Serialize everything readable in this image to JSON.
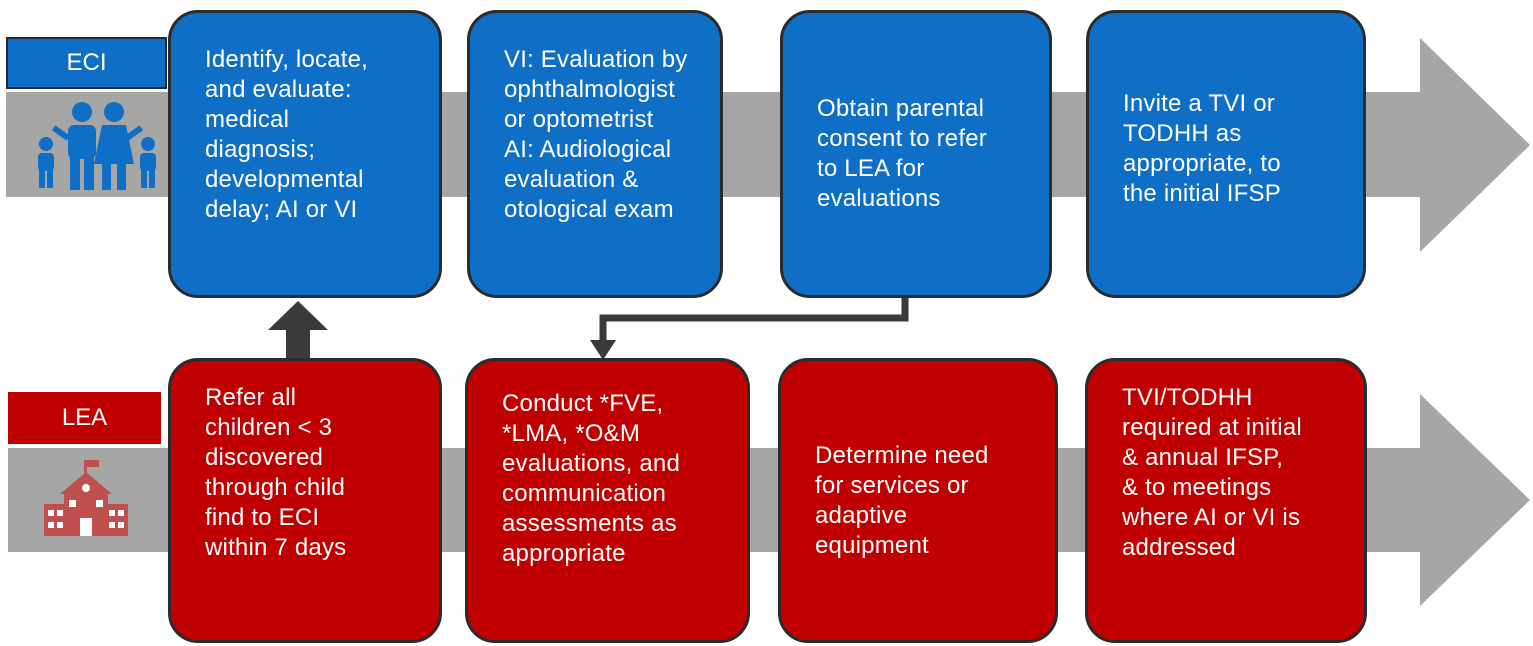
{
  "rows": {
    "eci": {
      "tag": "ECI",
      "icon": "family-icon",
      "color": "#0f6fc6",
      "steps": [
        "Identify, locate,\nand evaluate:\nmedical\ndiagnosis;\ndevelopmental\ndelay; AI or VI",
        "VI: Evaluation by\nophthalmologist\nor optometrist\nAI: Audiological\nevaluation &\notological exam",
        "Obtain parental\nconsent to refer\nto LEA for\nevaluations",
        "Invite a TVI or\nTODHH as\nappropriate, to\nthe initial IFSP"
      ]
    },
    "lea": {
      "tag": "LEA",
      "icon": "school-icon",
      "color": "#c00000",
      "steps": [
        "Refer all\nchildren < 3\ndiscovered\nthrough child\nfind to ECI\nwithin 7 days",
        "Conduct *FVE,\n*LMA, *O&M\nevaluations, and\ncommunication\nassessments as\nappropriate",
        "Determine need\nfor services or\nadaptive\nequipment",
        "TVI/TODHH\nrequired at initial\n& annual IFSP,\n& to meetings\nwhere AI or VI is\naddressed"
      ]
    }
  },
  "colors": {
    "band": "#a6a6a6",
    "connector": "#3a3a3a",
    "school_icon": "#c0504d"
  }
}
